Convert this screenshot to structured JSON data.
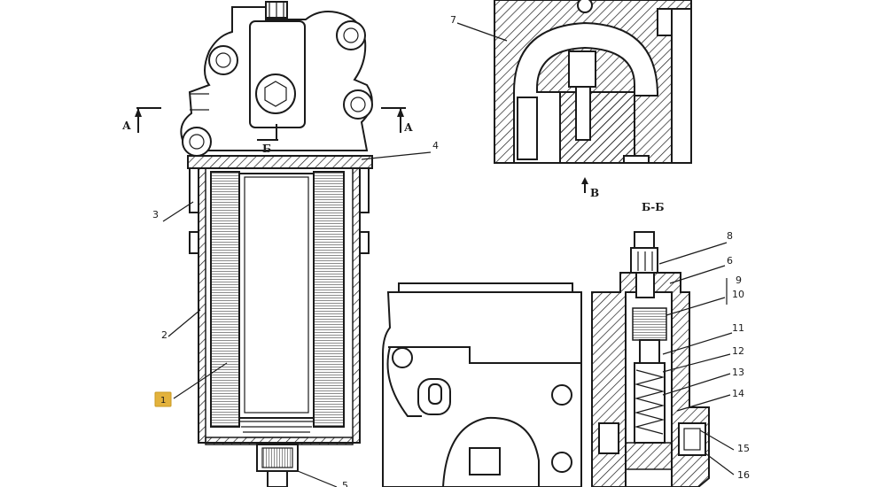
{
  "callouts": {
    "n1": "1",
    "n2": "2",
    "n3": "3",
    "n4": "4",
    "n5": "5",
    "n6": "6",
    "n7": "7",
    "n8": "8",
    "n9": "9",
    "n10": "10",
    "n11": "11",
    "n12": "12",
    "n13": "13",
    "n14": "14",
    "n15": "15",
    "n16": "16"
  },
  "section_marks": {
    "a_left": "А",
    "a_right": "А",
    "b_top": "Б",
    "v_mark": "В",
    "bb_title": "Б-Б"
  },
  "highlight": {
    "label": "1",
    "color": "#e3b23c"
  }
}
